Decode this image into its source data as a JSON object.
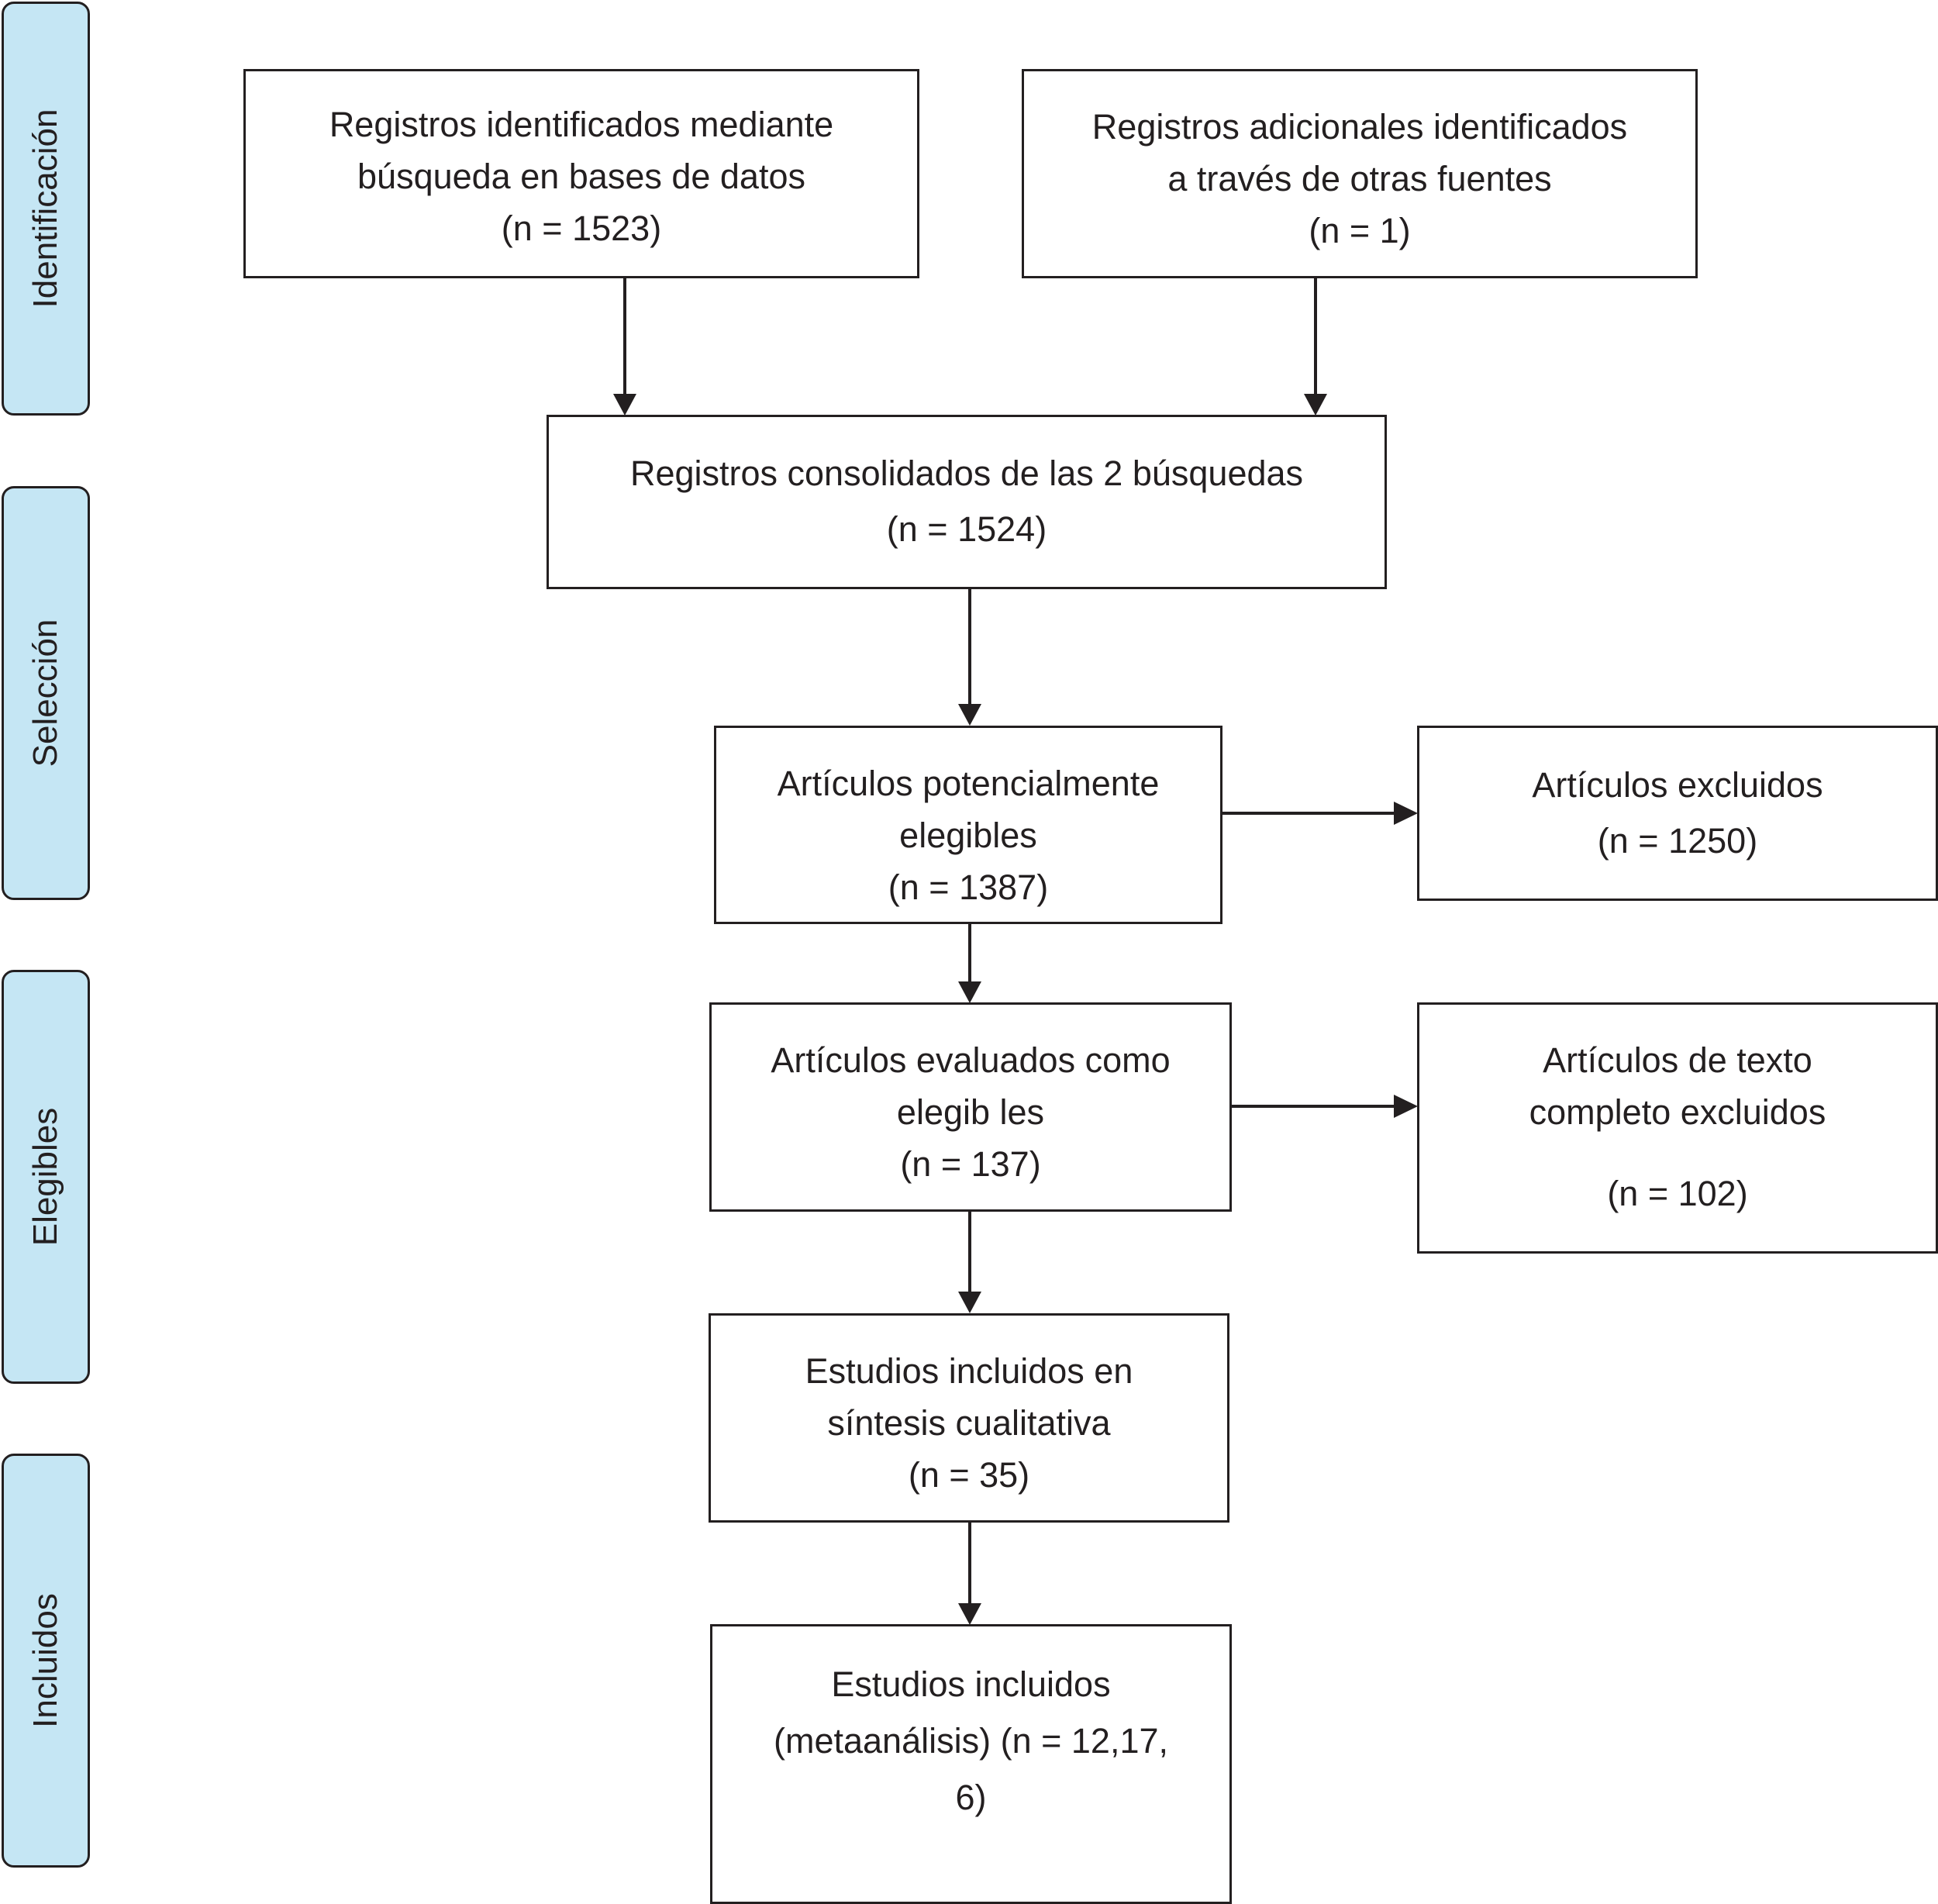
{
  "stages": [
    {
      "id": "identificacion",
      "label": "Identificación"
    },
    {
      "id": "seleccion",
      "label": "Selección"
    },
    {
      "id": "elegibles",
      "label": "Elegibles"
    },
    {
      "id": "incluidos",
      "label": "Incluidos"
    }
  ],
  "boxes": {
    "db_search": {
      "line1": "Registros identificados mediante",
      "line2": "búsqueda en bases de datos",
      "line3": "(n = 1523)"
    },
    "other_sources": {
      "line1": "Registros adicionales identificados",
      "line2": "a través de otras fuentes",
      "line3": "(n =  1)"
    },
    "consolidated": {
      "line1": "Registros consolidados de las 2 búsquedas",
      "line2": "(n = 1524)"
    },
    "potentially_eligible": {
      "line1": "Artículos potencialmente",
      "line2": "elegibles",
      "line3": "(n = 1387)"
    },
    "excluded": {
      "line1": "Artículos excluidos",
      "line2": "(n = 1250)"
    },
    "assessed_eligible": {
      "line1": "Artículos evaluados  como",
      "line2": "elegib les",
      "line3": "(n =  137)"
    },
    "fulltext_excluded": {
      "line1": "Artículos de texto",
      "line2": "completo excluidos",
      "line3": "(n = 102)"
    },
    "qualitative": {
      "line1": "Estudios incluidos en",
      "line2": "síntesis cualitativa",
      "line3": "(n = 35)"
    },
    "metaanalysis": {
      "line1": "Estudios incluidos",
      "line2": "(metaanálisis)  (n = 12,17,",
      "line3": "6)"
    }
  },
  "colors": {
    "stage_fill": "#c5e6f4",
    "stroke": "#231f20",
    "box_fill": "#ffffff"
  }
}
